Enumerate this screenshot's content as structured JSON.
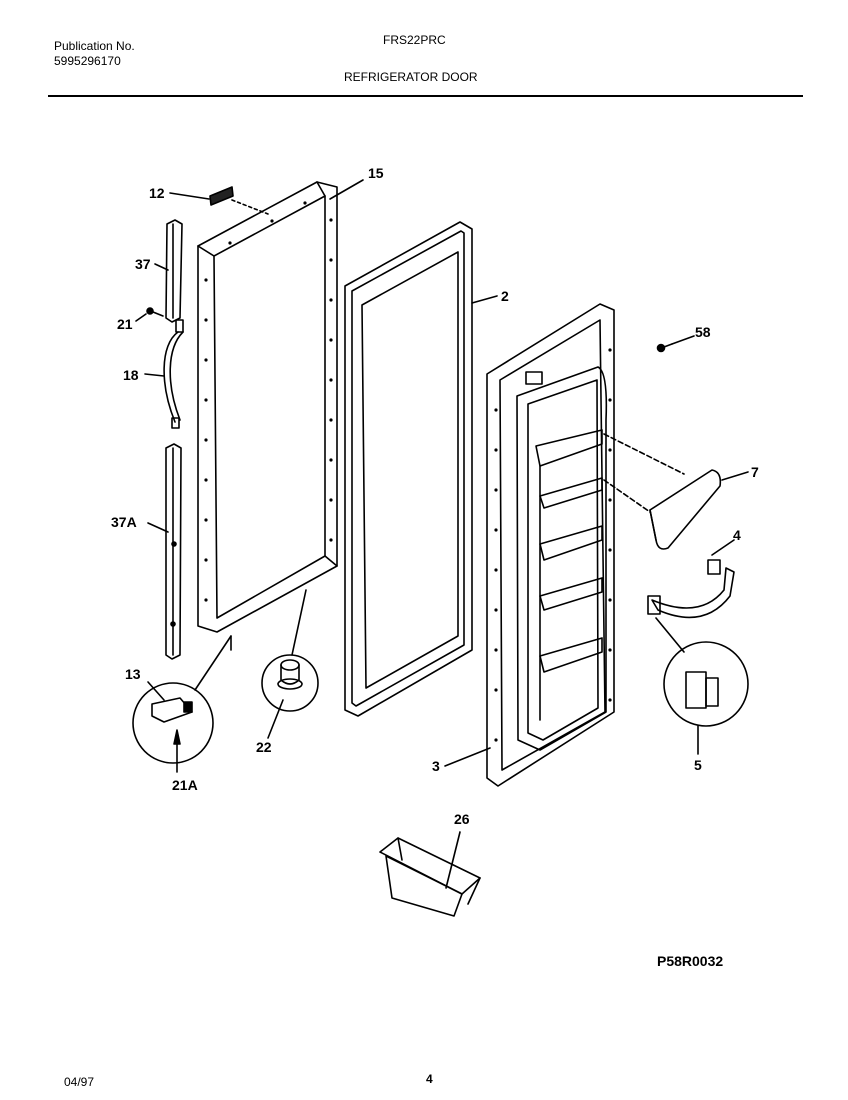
{
  "header": {
    "publication_label": "Publication No.",
    "publication_number": "5995296170",
    "model": "FRS22PRC",
    "section_title": "REFRIGERATOR DOOR"
  },
  "parts": [
    {
      "id": "12"
    },
    {
      "id": "15"
    },
    {
      "id": "37"
    },
    {
      "id": "21"
    },
    {
      "id": "18"
    },
    {
      "id": "2"
    },
    {
      "id": "58"
    },
    {
      "id": "7"
    },
    {
      "id": "4"
    },
    {
      "id": "37A"
    },
    {
      "id": "13"
    },
    {
      "id": "21A"
    },
    {
      "id": "22"
    },
    {
      "id": "3"
    },
    {
      "id": "5"
    },
    {
      "id": "26"
    }
  ],
  "diagram_code": "P58R0032",
  "footer": {
    "date": "04/97",
    "page": "4"
  }
}
